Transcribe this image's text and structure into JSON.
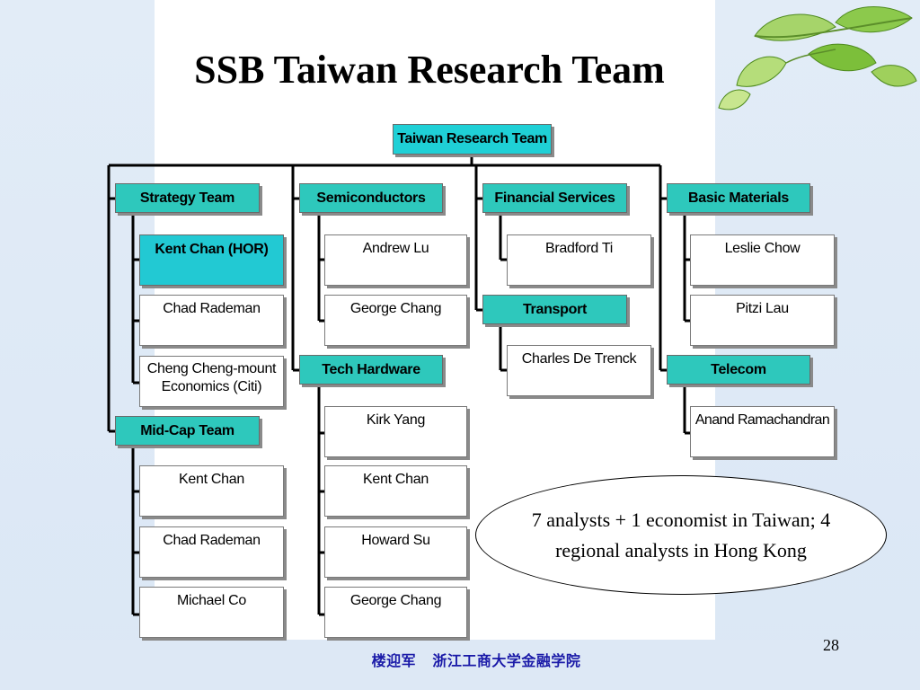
{
  "title": "SSB Taiwan Research Team",
  "root": "Taiwan Research Team",
  "teams": {
    "strategy": {
      "label": "Strategy Team",
      "members": [
        "Kent Chan (HOR)",
        "Chad Rademan",
        "Cheng Cheng-mount",
        "Economics (Citi)"
      ]
    },
    "midcap": {
      "label": "Mid-Cap Team",
      "members": [
        "Kent Chan",
        "Chad Rademan",
        "Michael Co"
      ]
    },
    "semiconductors": {
      "label": "Semiconductors",
      "members": [
        "Andrew Lu",
        "George Chang"
      ]
    },
    "techhardware": {
      "label": "Tech Hardware",
      "members": [
        "Kirk Yang",
        "Kent Chan",
        "Howard Su",
        "George Chang"
      ]
    },
    "financial": {
      "label": "Financial Services",
      "members": [
        "Bradford Ti"
      ]
    },
    "transport": {
      "label": "Transport",
      "members": [
        "Charles De Trenck"
      ]
    },
    "basicmaterials": {
      "label": "Basic Materials",
      "members": [
        "Leslie Chow",
        "Pitzi Lau"
      ]
    },
    "telecom": {
      "label": "Telecom",
      "members": [
        "Anand Ramachandran"
      ]
    }
  },
  "note": "7 analysts + 1 economist in Taiwan; 4 regional analysts in Hong Kong",
  "page_number": "28",
  "footer": "楼迎军   浙江工商大学金融学院",
  "colors": {
    "team_box": "#2ec8bc",
    "highlight_box": "#22c9d3",
    "root_box": "#1fd0d6",
    "footer_text": "#1a1aa8"
  }
}
